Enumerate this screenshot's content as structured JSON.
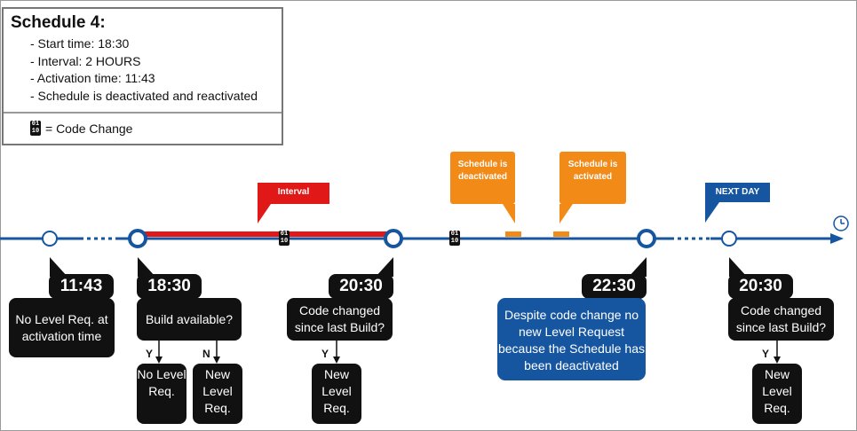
{
  "legend": {
    "title": "Schedule 4:",
    "items": [
      "- Start time:  18:30",
      "- Interval:  2 HOURS",
      "- Activation time:  11:43",
      "- Schedule is deactivated and reactivated"
    ],
    "code_change_text": "= Code Change",
    "code_icon_text": "01 10"
  },
  "flags": {
    "interval": "Interval",
    "deactivated": "Schedule is deactivated",
    "activated": "Schedule is activated",
    "next_day": "NEXT DAY"
  },
  "times": {
    "t1": "11:43",
    "t2": "18:30",
    "t3": "20:30",
    "t4": "22:30",
    "t5": "20:30"
  },
  "boxes": {
    "no_level_activation": "No Level Req. at activation time",
    "build_available": "Build available?",
    "code_changed_1": "Code changed since last Build?",
    "despite": "Despite code change no new Level Request because the Schedule has been deactivated",
    "code_changed_2": "Code changed since last Build?",
    "no_level_req": "No Level Req.",
    "new_level_req_1": "New Level Req.",
    "new_level_req_2": "New Level Req.",
    "new_level_req_3": "New Level Req."
  },
  "answers": {
    "y1": "Y",
    "n1": "N",
    "y2": "Y",
    "y3": "Y"
  },
  "colors": {
    "timeline": "#1656a0",
    "interval": "#e01818",
    "schedule_flags": "#f28a18",
    "next_day_flag": "#1656a0"
  }
}
